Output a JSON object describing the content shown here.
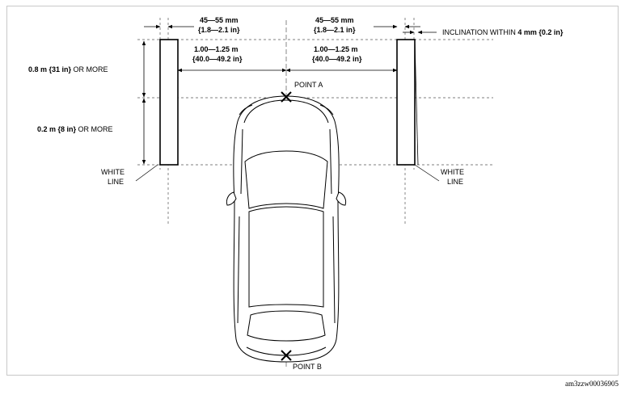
{
  "labels": {
    "gap_left_top": "45—55 mm",
    "gap_left_bot": "{1.8—2.1 in}",
    "gap_right_top": "45—55 mm",
    "gap_right_bot": "{1.8—2.1 in}",
    "inclination_prefix": "INCLINATION WITHIN ",
    "inclination_value": "4 mm {0.2 in}",
    "dist_left_top": "1.00—1.25 m",
    "dist_left_bot": "{40.0—49.2 in}",
    "dist_right_top": "1.00—1.25 m",
    "dist_right_bot": "{40.0—49.2 in}",
    "height_upper_value": "0.8 m {31 in}",
    "height_upper_suffix": " OR MORE",
    "height_lower_value": "0.2 m {8 in}",
    "height_lower_suffix": " OR MORE",
    "point_a": "POINT A",
    "point_b": "POINT B",
    "white_line_left_1": "WHITE",
    "white_line_left_2": "LINE",
    "white_line_right_1": "WHITE",
    "white_line_right_2": "LINE",
    "figure_id": "am3zzw00036905"
  }
}
